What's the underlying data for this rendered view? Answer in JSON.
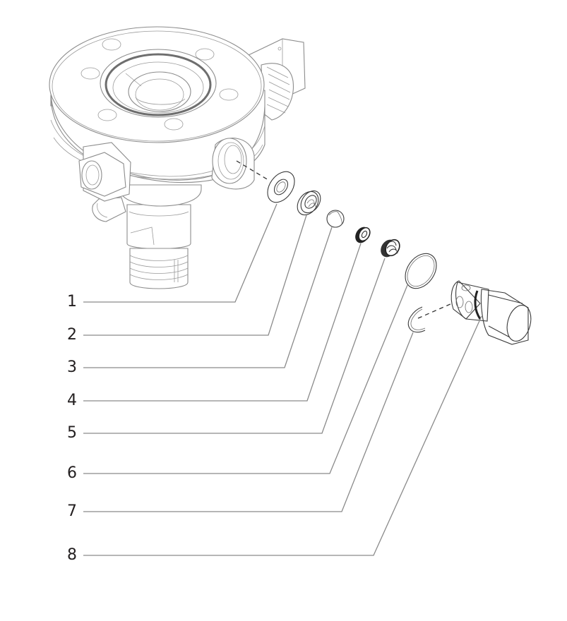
{
  "diagram": {
    "type": "exploded-view",
    "subject": "valve body with check valve cartridge assembly",
    "colors": {
      "label_text": "#231f20",
      "leader_line": "#8a8a8a",
      "part_outline": "#3a3a3a",
      "body_outline": "#8c8c8c",
      "background": "#ffffff"
    },
    "callouts": [
      {
        "number": "1",
        "part": "washer"
      },
      {
        "number": "2",
        "part": "threaded seat"
      },
      {
        "number": "3",
        "part": "ball"
      },
      {
        "number": "4",
        "part": "small seal ring"
      },
      {
        "number": "5",
        "part": "spring"
      },
      {
        "number": "6",
        "part": "o-ring"
      },
      {
        "number": "7",
        "part": "retaining clip"
      },
      {
        "number": "8",
        "part": "valve cartridge with hex cap"
      }
    ]
  }
}
